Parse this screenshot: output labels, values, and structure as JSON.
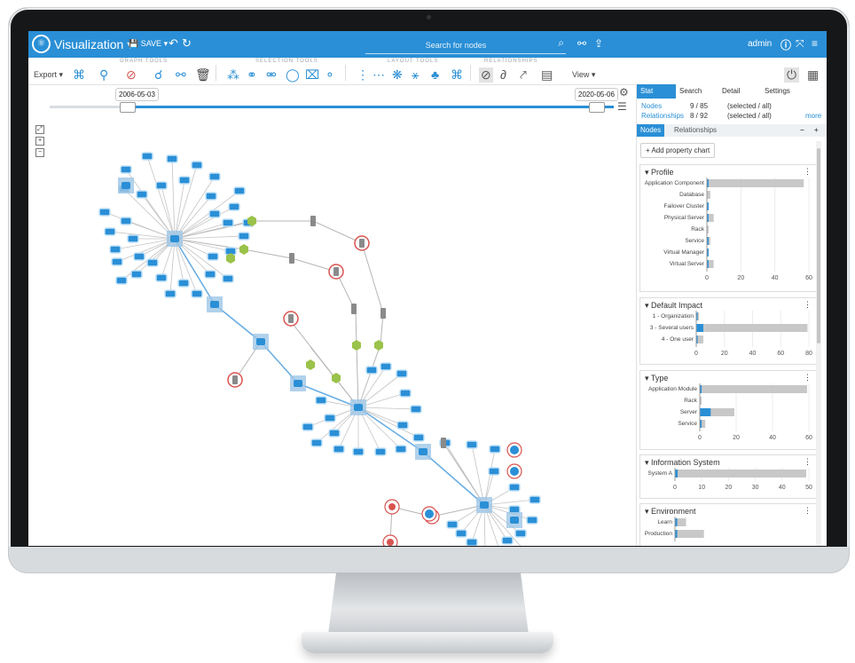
{
  "app": {
    "title": "Visualization ▾",
    "save_label": "SAVE ▾",
    "search_placeholder": "Search for nodes",
    "user": "admin"
  },
  "toolbar": {
    "export_label": "Export ▾",
    "view_label": "View ▾",
    "groups": [
      "GRAPH TOOLS",
      "SELECTION TOOLS",
      "LAYOUT TOOLS",
      "RELATIONSHIPS"
    ]
  },
  "timeline": {
    "start": "2006-05-03",
    "end": "2020-05-06",
    "range_start_fraction": 0.15,
    "range_end_fraction": 1.0
  },
  "panel": {
    "tabs": [
      "Stat",
      "Search",
      "Detail",
      "Settings"
    ],
    "active_tab": "Stat",
    "stats": [
      {
        "label": "Nodes",
        "value": "9 / 85",
        "note": "(selected / all)"
      },
      {
        "label": "Relationships",
        "value": "8 / 92",
        "note": "(selected / all)"
      }
    ],
    "more": "more",
    "subtabs": [
      "Nodes",
      "Relationships"
    ],
    "add_chart": "+ Add property chart"
  },
  "chart_data": [
    {
      "type": "bar",
      "title": "Profile",
      "categories": [
        "Application Component",
        "Database",
        "Failover Cluster",
        "Physical Server",
        "Rack",
        "Service",
        "Virtual Manager",
        "Virtual Server"
      ],
      "series": [
        {
          "name": "selected",
          "values": [
            1,
            0,
            1,
            1,
            0,
            1,
            1,
            1
          ]
        },
        {
          "name": "all",
          "values": [
            57,
            2,
            1,
            4,
            1,
            2,
            1,
            4
          ]
        }
      ],
      "xlim": [
        0,
        60
      ],
      "xticks": [
        0,
        20,
        40,
        60
      ]
    },
    {
      "type": "bar",
      "title": "Default Impact",
      "categories": [
        "1 - Organization",
        "3 - Several users",
        "4 - One user"
      ],
      "series": [
        {
          "name": "selected",
          "values": [
            1,
            5,
            1
          ]
        },
        {
          "name": "all",
          "values": [
            2,
            79,
            5
          ]
        }
      ],
      "xlim": [
        0,
        80
      ],
      "xticks": [
        0,
        20,
        40,
        60,
        80
      ]
    },
    {
      "type": "bar",
      "title": "Type",
      "categories": [
        "Application Module",
        "Rack",
        "Server",
        "Service"
      ],
      "series": [
        {
          "name": "selected",
          "values": [
            1,
            0,
            6,
            1
          ]
        },
        {
          "name": "all",
          "values": [
            59,
            1,
            19,
            3
          ]
        }
      ],
      "xlim": [
        0,
        60
      ],
      "xticks": [
        0,
        20,
        40,
        60
      ]
    },
    {
      "type": "bar",
      "title": "Information System",
      "categories": [
        "System A"
      ],
      "series": [
        {
          "name": "selected",
          "values": [
            1
          ]
        },
        {
          "name": "all",
          "values": [
            49
          ]
        }
      ],
      "xlim": [
        0,
        50
      ],
      "xticks": [
        0,
        10,
        20,
        30,
        40,
        50
      ]
    },
    {
      "type": "bar",
      "title": "Environment",
      "categories": [
        "Learn",
        "Production"
      ],
      "series": [
        {
          "name": "selected",
          "values": [
            1,
            1
          ]
        },
        {
          "name": "all",
          "values": [
            5,
            13
          ]
        }
      ]
    }
  ],
  "colors": {
    "accent": "#2a8fd6",
    "bar_selected": "#2a8fd6",
    "bar_all": "#c8c8c8",
    "node_app": "#2a8fd6",
    "node_server": "#9bc24a",
    "node_alert": "#d9534f"
  },
  "icons": [
    "logo-icon",
    "save-icon",
    "undo-icon",
    "redo-icon",
    "search-icon",
    "share-icon",
    "upload-icon",
    "info-icon",
    "fullscreen-icon",
    "menu-icon",
    "gear-icon",
    "list-icon",
    "expand-icon",
    "zoom-in-icon",
    "zoom-out-icon"
  ]
}
